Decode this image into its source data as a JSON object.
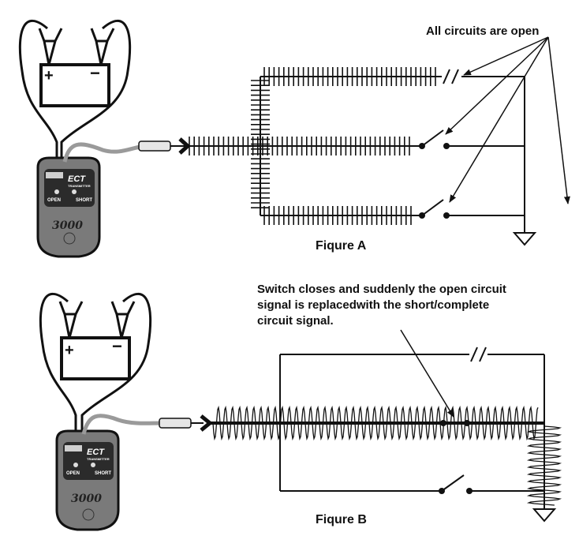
{
  "figure_a": {
    "caption": "Fiqure A",
    "annotation": "All circuits are open"
  },
  "figure_b": {
    "caption": "Fiqure B",
    "annotation_lines": [
      "Switch closes and suddenly the open circuit",
      "signal is replacedwith the short/complete",
      "circuit signal."
    ]
  },
  "device": {
    "model": "ECT",
    "subtitle": "TRANSMITTER",
    "open_label": "OPEN",
    "short_label": "SHORT",
    "number": "3000"
  },
  "battery": {
    "plus": "+",
    "minus": "−"
  },
  "colors": {
    "ink": "#111111",
    "device_body": "#7a7a7a",
    "device_panel": "#2b2b2b",
    "probe_cable": "#9a9a9a"
  }
}
